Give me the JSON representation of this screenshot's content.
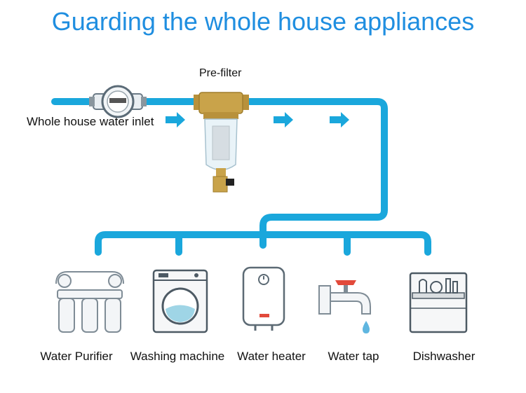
{
  "title": "Guarding the whole house appliances",
  "labels": {
    "inlet": "Whole house water inlet",
    "prefilter": "Pre-filter"
  },
  "appliances": [
    {
      "label": "Water Purifier",
      "icon": "water-purifier-icon"
    },
    {
      "label": "Washing machine",
      "icon": "washing-machine-icon"
    },
    {
      "label": "Water heater",
      "icon": "water-heater-icon"
    },
    {
      "label": "Water tap",
      "icon": "water-tap-icon"
    },
    {
      "label": "Dishwasher",
      "icon": "dishwasher-icon"
    }
  ],
  "colors": {
    "pipe": "#1aa7dc",
    "title": "#1f8ee0",
    "arrow": "#1aa7dc",
    "brass": "#c9a34a",
    "tap_handle": "#e24a3b"
  }
}
